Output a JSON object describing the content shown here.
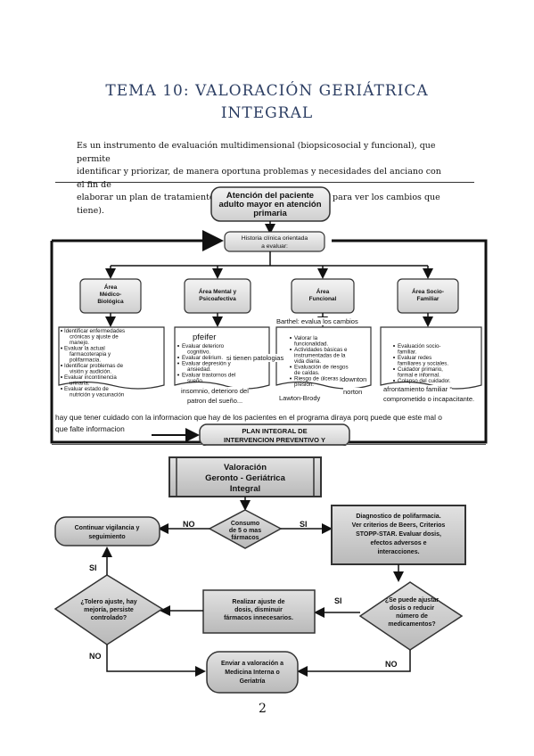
{
  "document": {
    "title_line1": "TEMA 10: VALORACIÓN GERIÁTRICA",
    "title_line2": "INTEGRAL",
    "intro_lines": [
      "Es un instrumento de evaluación multidimensional (biopsicosocial y funcional), que permite",
      "identificar y priorizar, de manera oportuna problemas y necesidades del anciano con el fin de",
      "elaborar un plan de tratamiento y seguimiento oportuno (y para ver los cambios que tiene)."
    ],
    "page_number": "2"
  },
  "diagram1": {
    "top_box": [
      "Atención del paciente",
      "adulto mayor en atención",
      "primaria"
    ],
    "history_box": [
      "Historia clínica orientada",
      "a evaluar:"
    ],
    "areas": [
      {
        "title": [
          "Área",
          "Médico-",
          "Biológica"
        ],
        "items": [
          "Identificar enfermedades",
          "crónicas y ajuste de",
          "manejo.",
          "Evaluar la actual",
          "farmacoterapia y",
          "polifarmacia.",
          "Identificar problemas de",
          "visión y audición.",
          "Evaluar incontinencia",
          "urinaria.",
          "Evaluar estado de",
          "nutrición y vacunación"
        ]
      },
      {
        "title": [
          "Área Mental y",
          "Psicoafectiva"
        ],
        "items": [
          "Evaluar deterioro",
          "cognitivo.",
          "Evaluar delirium.",
          "Evaluar depresión y",
          "ansiedad.",
          "Evaluar trastornos del",
          "sueño."
        ]
      },
      {
        "title": [
          "Área",
          "Funcional"
        ],
        "items": [
          "Valorar la",
          "funcionalidad.",
          "Actividades básicas e",
          "instrumentadas de la",
          "vida diaria.",
          "Evaluación de riesgos",
          "de caídas.",
          "Riesgo de úlceras por",
          "presión."
        ]
      },
      {
        "title": [
          "Área Socio-",
          "Familiar"
        ],
        "items": [
          "Evaluación socio-",
          "familiar.",
          "Evaluar redes",
          "familiares y sociales.",
          "Cuidador primario,",
          "formal e informal.",
          "Colapso del cuidador."
        ]
      }
    ],
    "plan_box": [
      "PLAN INTEGRAL DE",
      "INTERVENCION PREVENTIVO Y"
    ],
    "annotations": {
      "barthel": "Barthel: evalua los cambios",
      "pfeifer": "pfeifer",
      "patologias": "si tienen patologias",
      "insomnio_1": "insomnio, deterioro del",
      "insomnio_2": "patron del sueño...",
      "lawton": "Lawton-Brody",
      "downton": "downton",
      "norton": "norton",
      "afrontamiento": "afrontamiento familiar °",
      "comprometido": "comprometido o incapacitante.",
      "nota_1": "hay que tener cuidado con la informacion que hay de los pacientes en el programa diraya porq puede que este mal o",
      "nota_2": "que falte informacion"
    }
  },
  "diagram2": {
    "header": [
      "Valoración",
      "Geronto - Geriátrica",
      "Integral"
    ],
    "consumo": [
      "Consumo",
      "de 5 o mas",
      "fármacos"
    ],
    "continuar": [
      "Continuar vigilancia y",
      "seguimiento"
    ],
    "diagnostico": [
      "Diagnostico de polifarmacia.",
      "Ver criterios de Beers, Criterios",
      "STOPP-STAR. Evaluar dosis,",
      "efectos adversos e",
      "interacciones."
    ],
    "tolero": [
      "¿Tolero ajuste, hay",
      "mejoría, persiste",
      "controlado?"
    ],
    "realizar": [
      "Realizar ajuste de",
      "dosis, disminuir",
      "fármacos innecesarios."
    ],
    "se_puede": [
      "¿Se puede ajustar",
      "dosis o reducir",
      "número de",
      "medicamentos?"
    ],
    "enviar": [
      "Enviar a valoración a",
      "Medicina Interna o",
      "Geriatría"
    ],
    "labels": {
      "no_left": "NO",
      "si_right": "SI",
      "si_up": "SI",
      "si_mid": "SI",
      "no_bottom_left": "NO",
      "no_bottom_right": "NO"
    }
  }
}
